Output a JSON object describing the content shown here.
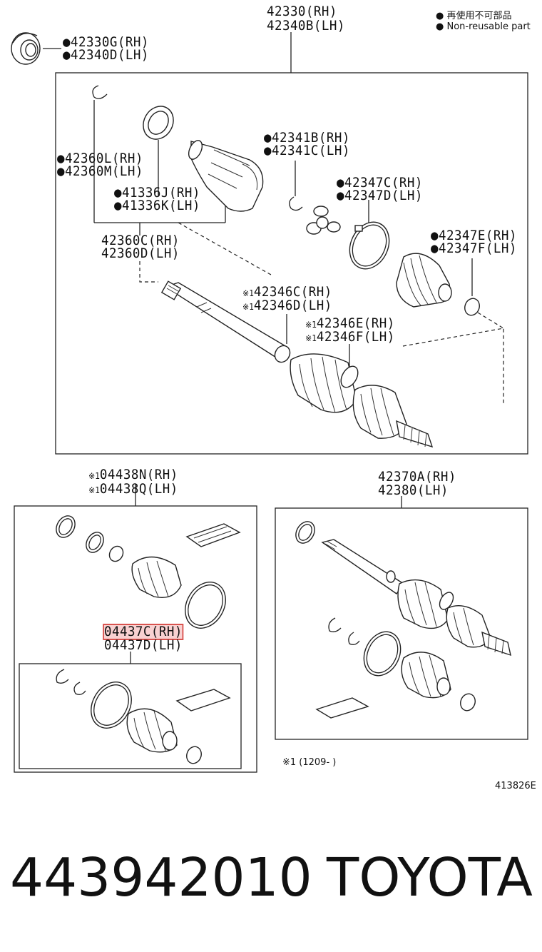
{
  "legend": {
    "line1": "● 再使用不可部品",
    "line2": "● Non-reusable part"
  },
  "labels": {
    "p42330": "42330(RH)",
    "p42340B": "42340B(LH)",
    "p42330G": "●42330G(RH)",
    "p42340D": "●42340D(LH)",
    "p42341B": "●42341B(RH)",
    "p42341C": "●42341C(LH)",
    "p42360L": "●42360L(RH)",
    "p42360M": "●42360M(LH)",
    "p42347C": "●42347C(RH)",
    "p42347D": "●42347D(LH)",
    "p41336J": "●41336J(RH)",
    "p41336K": "●41336K(LH)",
    "p42347E": "●42347E(RH)",
    "p42347F": "●42347F(LH)",
    "p42360C": "42360C(RH)",
    "p42360D": "42360D(LH)",
    "mark1": "※1",
    "p42346C": "42346C(RH)",
    "p42346D": "42346D(LH)",
    "p42346E": "42346E(RH)",
    "p42346F": "42346F(LH)",
    "p04438N": "04438N(RH)",
    "p04438Q": "04438Q(LH)",
    "p42370A": "42370A(RH)",
    "p42380": "42380(LH)",
    "p04437C": "04437C(RH)",
    "p04437D": "04437D(LH)"
  },
  "footnote": "※1 (1209-    )",
  "diagram_code": "413826E",
  "part_number": "443942010",
  "brand": "TOYOTA"
}
